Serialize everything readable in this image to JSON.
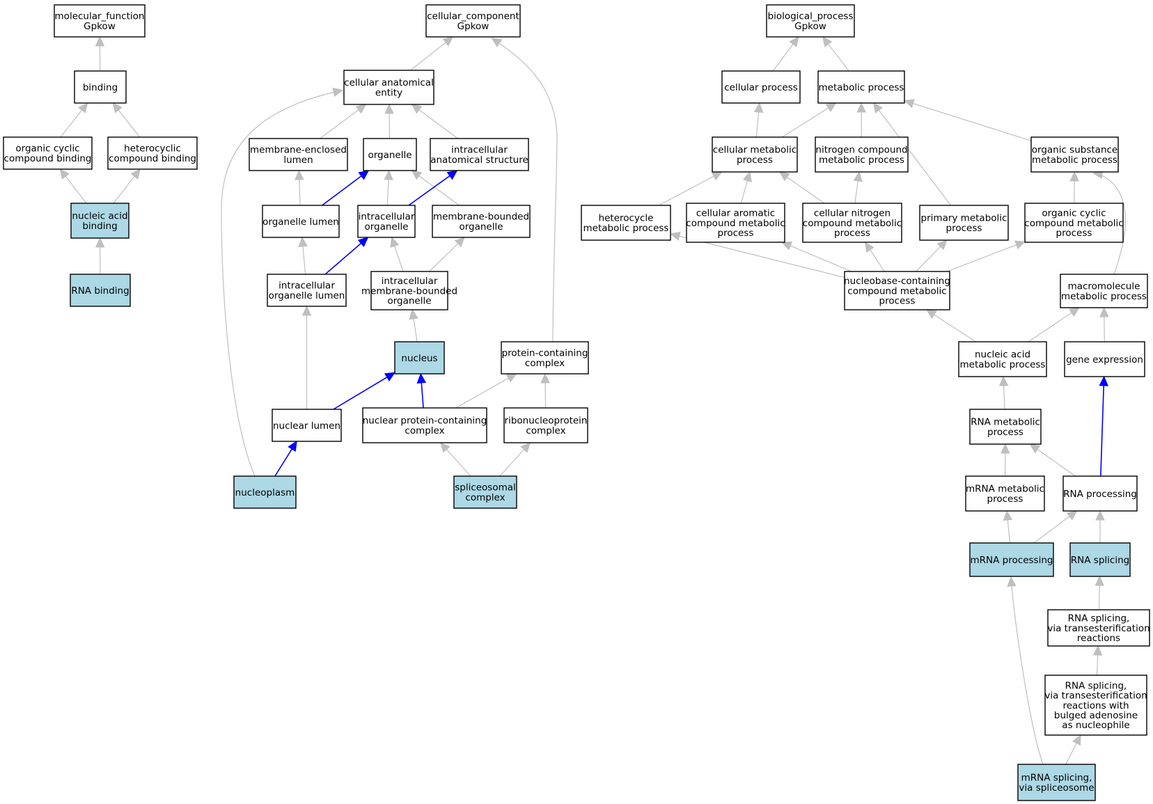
{
  "colors": {
    "highlight_fill": "#add8e6",
    "default_fill": "#ffffff",
    "node_stroke": "#000000",
    "edge_gray": "#bfbfbf",
    "edge_blue": "#0000ff"
  },
  "nodes": [
    {
      "id": "mf",
      "lines": [
        "molecular_function",
        "Gpkow"
      ]
    },
    {
      "id": "binding",
      "lines": [
        "binding"
      ]
    },
    {
      "id": "ocb",
      "lines": [
        "organic cyclic",
        "compound binding"
      ]
    },
    {
      "id": "hcb",
      "lines": [
        "heterocyclic",
        "compound binding"
      ]
    },
    {
      "id": "nab",
      "lines": [
        "nucleic acid",
        "binding"
      ],
      "highlight": true
    },
    {
      "id": "rnab",
      "lines": [
        "RNA binding"
      ],
      "highlight": true
    },
    {
      "id": "cc",
      "lines": [
        "cellular_component",
        "Gpkow"
      ]
    },
    {
      "id": "cae",
      "lines": [
        "cellular anatomical",
        "entity"
      ]
    },
    {
      "id": "mel",
      "lines": [
        "membrane-enclosed",
        "lumen"
      ]
    },
    {
      "id": "org",
      "lines": [
        "organelle"
      ]
    },
    {
      "id": "ias",
      "lines": [
        "intracellular",
        "anatomical structure"
      ]
    },
    {
      "id": "olum",
      "lines": [
        "organelle lumen"
      ]
    },
    {
      "id": "iorg",
      "lines": [
        "intracellular",
        "organelle"
      ]
    },
    {
      "id": "mbo",
      "lines": [
        "membrane-bounded",
        "organelle"
      ]
    },
    {
      "id": "iol",
      "lines": [
        "intracellular",
        "organelle lumen"
      ]
    },
    {
      "id": "imbo",
      "lines": [
        "intracellular",
        "membrane-bounded",
        "organelle"
      ]
    },
    {
      "id": "nucleus",
      "lines": [
        "nucleus"
      ],
      "highlight": true
    },
    {
      "id": "pcc",
      "lines": [
        "protein-containing",
        "complex"
      ]
    },
    {
      "id": "nlum",
      "lines": [
        "nuclear lumen"
      ]
    },
    {
      "id": "npcc",
      "lines": [
        "nuclear protein-containing",
        "complex"
      ]
    },
    {
      "id": "rnp",
      "lines": [
        "ribonucleoprotein",
        "complex"
      ]
    },
    {
      "id": "npl",
      "lines": [
        "nucleoplasm"
      ],
      "highlight": true
    },
    {
      "id": "spl",
      "lines": [
        "spliceosomal",
        "complex"
      ],
      "highlight": true
    },
    {
      "id": "bp",
      "lines": [
        "biological_process",
        "Gpkow"
      ]
    },
    {
      "id": "cp",
      "lines": [
        "cellular process"
      ]
    },
    {
      "id": "mp",
      "lines": [
        "metabolic process"
      ]
    },
    {
      "id": "cmp",
      "lines": [
        "cellular metabolic",
        "process"
      ]
    },
    {
      "id": "ncmp",
      "lines": [
        "nitrogen compound",
        "metabolic process"
      ]
    },
    {
      "id": "osmp",
      "lines": [
        "organic substance",
        "metabolic process"
      ]
    },
    {
      "id": "hmp",
      "lines": [
        "heterocycle",
        "metabolic process"
      ]
    },
    {
      "id": "cacmp",
      "lines": [
        "cellular aromatic",
        "compound metabolic",
        "process"
      ]
    },
    {
      "id": "cncmp",
      "lines": [
        "cellular nitrogen",
        "compound metabolic",
        "process"
      ]
    },
    {
      "id": "pmp",
      "lines": [
        "primary metabolic",
        "process"
      ]
    },
    {
      "id": "occmp",
      "lines": [
        "organic cyclic",
        "compound metabolic",
        "process"
      ]
    },
    {
      "id": "nbcmp",
      "lines": [
        "nucleobase-containing",
        "compound metabolic",
        "process"
      ]
    },
    {
      "id": "mmp",
      "lines": [
        "macromolecule",
        "metabolic process"
      ]
    },
    {
      "id": "namp",
      "lines": [
        "nucleic acid",
        "metabolic process"
      ]
    },
    {
      "id": "ge",
      "lines": [
        "gene expression"
      ]
    },
    {
      "id": "rmp",
      "lines": [
        "RNA metabolic",
        "process"
      ]
    },
    {
      "id": "mrmp",
      "lines": [
        "mRNA metabolic",
        "process"
      ]
    },
    {
      "id": "rproc",
      "lines": [
        "RNA processing"
      ]
    },
    {
      "id": "mproc",
      "lines": [
        "mRNA processing"
      ],
      "highlight": true
    },
    {
      "id": "rspl",
      "lines": [
        "RNA splicing"
      ],
      "highlight": true
    },
    {
      "id": "rsvt",
      "lines": [
        "RNA splicing,",
        "via transesterification",
        "reactions"
      ]
    },
    {
      "id": "rsvtb",
      "lines": [
        "RNA splicing,",
        "via transesterification",
        "reactions with",
        "bulged adenosine",
        "as nucleophile"
      ]
    },
    {
      "id": "msvs",
      "lines": [
        "mRNA splicing,",
        "via spliceosome"
      ],
      "highlight": true
    }
  ],
  "edges": [
    {
      "from": "binding",
      "to": "mf",
      "color": "gray"
    },
    {
      "from": "ocb",
      "to": "binding",
      "color": "gray"
    },
    {
      "from": "hcb",
      "to": "binding",
      "color": "gray"
    },
    {
      "from": "nab",
      "to": "ocb",
      "color": "gray"
    },
    {
      "from": "nab",
      "to": "hcb",
      "color": "gray"
    },
    {
      "from": "rnab",
      "to": "nab",
      "color": "gray"
    },
    {
      "from": "cae",
      "to": "cc",
      "color": "gray"
    },
    {
      "from": "mel",
      "to": "cae",
      "color": "gray"
    },
    {
      "from": "org",
      "to": "cae",
      "color": "gray"
    },
    {
      "from": "ias",
      "to": "cae",
      "color": "gray"
    },
    {
      "from": "olum",
      "to": "mel",
      "color": "gray"
    },
    {
      "from": "olum",
      "to": "org",
      "color": "blue"
    },
    {
      "from": "iorg",
      "to": "org",
      "color": "gray"
    },
    {
      "from": "iorg",
      "to": "ias",
      "color": "blue"
    },
    {
      "from": "mbo",
      "to": "org",
      "color": "gray"
    },
    {
      "from": "iol",
      "to": "olum",
      "color": "gray"
    },
    {
      "from": "iol",
      "to": "iorg",
      "color": "blue"
    },
    {
      "from": "imbo",
      "to": "iorg",
      "color": "gray"
    },
    {
      "from": "imbo",
      "to": "mbo",
      "color": "gray"
    },
    {
      "from": "nucleus",
      "to": "imbo",
      "color": "gray"
    },
    {
      "from": "pcc",
      "to": "cc",
      "color": "gray",
      "curve": "pcc"
    },
    {
      "from": "nlum",
      "to": "iol",
      "color": "gray"
    },
    {
      "from": "nlum",
      "to": "nucleus",
      "color": "blue"
    },
    {
      "from": "npcc",
      "to": "nucleus",
      "color": "blue"
    },
    {
      "from": "npcc",
      "to": "pcc",
      "color": "gray"
    },
    {
      "from": "rnp",
      "to": "pcc",
      "color": "gray"
    },
    {
      "from": "npl",
      "to": "nlum",
      "color": "blue"
    },
    {
      "from": "npl",
      "to": "cae",
      "color": "gray",
      "curve": "npl"
    },
    {
      "from": "spl",
      "to": "npcc",
      "color": "gray"
    },
    {
      "from": "spl",
      "to": "rnp",
      "color": "gray"
    },
    {
      "from": "cp",
      "to": "bp",
      "color": "gray"
    },
    {
      "from": "mp",
      "to": "bp",
      "color": "gray"
    },
    {
      "from": "cmp",
      "to": "cp",
      "color": "gray"
    },
    {
      "from": "cmp",
      "to": "mp",
      "color": "gray"
    },
    {
      "from": "ncmp",
      "to": "mp",
      "color": "gray"
    },
    {
      "from": "osmp",
      "to": "mp",
      "color": "gray"
    },
    {
      "from": "hmp",
      "to": "cmp",
      "color": "gray"
    },
    {
      "from": "cacmp",
      "to": "cmp",
      "color": "gray"
    },
    {
      "from": "cncmp",
      "to": "cmp",
      "color": "gray"
    },
    {
      "from": "cncmp",
      "to": "ncmp",
      "color": "gray"
    },
    {
      "from": "pmp",
      "to": "mp",
      "color": "gray"
    },
    {
      "from": "occmp",
      "to": "osmp",
      "color": "gray"
    },
    {
      "from": "nbcmp",
      "to": "hmp",
      "color": "gray"
    },
    {
      "from": "nbcmp",
      "to": "cacmp",
      "color": "gray"
    },
    {
      "from": "nbcmp",
      "to": "cncmp",
      "color": "gray"
    },
    {
      "from": "nbcmp",
      "to": "pmp",
      "color": "gray"
    },
    {
      "from": "nbcmp",
      "to": "occmp",
      "color": "gray"
    },
    {
      "from": "mmp",
      "to": "osmp",
      "color": "gray",
      "curve": "mmp"
    },
    {
      "from": "namp",
      "to": "nbcmp",
      "color": "gray"
    },
    {
      "from": "namp",
      "to": "mmp",
      "color": "gray"
    },
    {
      "from": "ge",
      "to": "mmp",
      "color": "gray"
    },
    {
      "from": "rmp",
      "to": "namp",
      "color": "gray"
    },
    {
      "from": "mrmp",
      "to": "rmp",
      "color": "gray"
    },
    {
      "from": "rproc",
      "to": "rmp",
      "color": "gray"
    },
    {
      "from": "rproc",
      "to": "ge",
      "color": "blue"
    },
    {
      "from": "mproc",
      "to": "mrmp",
      "color": "gray"
    },
    {
      "from": "mproc",
      "to": "rproc",
      "color": "gray"
    },
    {
      "from": "rspl",
      "to": "rproc",
      "color": "gray"
    },
    {
      "from": "rsvt",
      "to": "rspl",
      "color": "gray"
    },
    {
      "from": "rsvtb",
      "to": "rsvt",
      "color": "gray"
    },
    {
      "from": "msvs",
      "to": "rsvtb",
      "color": "gray"
    },
    {
      "from": "msvs",
      "to": "mproc",
      "color": "gray",
      "curve": "msvs"
    }
  ]
}
